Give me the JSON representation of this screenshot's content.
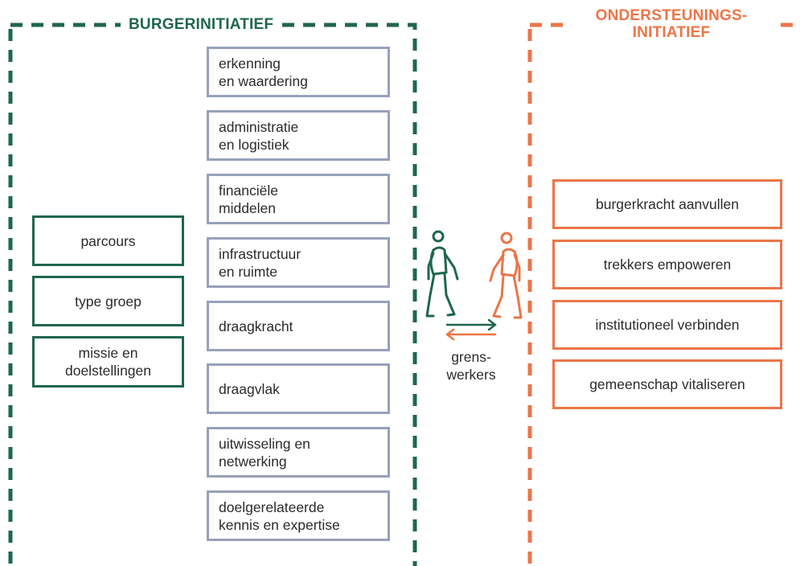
{
  "sections": {
    "burger": {
      "title": "BURGERINITIATIEF"
    },
    "ondersteuning": {
      "title_line1": "ONDERSTEUNINGS-",
      "title_line2": "INITIATIEF"
    }
  },
  "left_boxes": [
    {
      "label": "parcours"
    },
    {
      "label": "type groep"
    },
    {
      "label_line1": "missie en",
      "label_line2": "doelstellingen"
    }
  ],
  "middle_boxes": [
    {
      "line1": "erkenning",
      "line2": "en waardering"
    },
    {
      "line1": "administratie",
      "line2": "en logistiek"
    },
    {
      "line1": "financiële",
      "line2": "middelen"
    },
    {
      "line1": "infrastructuur",
      "line2": "en ruimte"
    },
    {
      "line1": "draagkracht"
    },
    {
      "line1": "draagvlak"
    },
    {
      "line1": "uitwisseling en",
      "line2": "netwerking"
    },
    {
      "line1": "doelgerelateerde",
      "line2": "kennis en expertise"
    }
  ],
  "right_boxes": [
    {
      "label": "burgerkracht aanvullen"
    },
    {
      "label": "trekkers empoweren"
    },
    {
      "label": "institutioneel verbinden"
    },
    {
      "label": "gemeenschap vitaliseren"
    }
  ],
  "center": {
    "line1": "grens-",
    "line2": "werkers"
  },
  "colors": {
    "green": "#1f6650",
    "orange": "#ec7547",
    "gray": "#98a1ba"
  },
  "icons": [
    "walking-person-green-icon",
    "walking-person-orange-icon",
    "arrow-right-icon",
    "arrow-left-icon"
  ]
}
